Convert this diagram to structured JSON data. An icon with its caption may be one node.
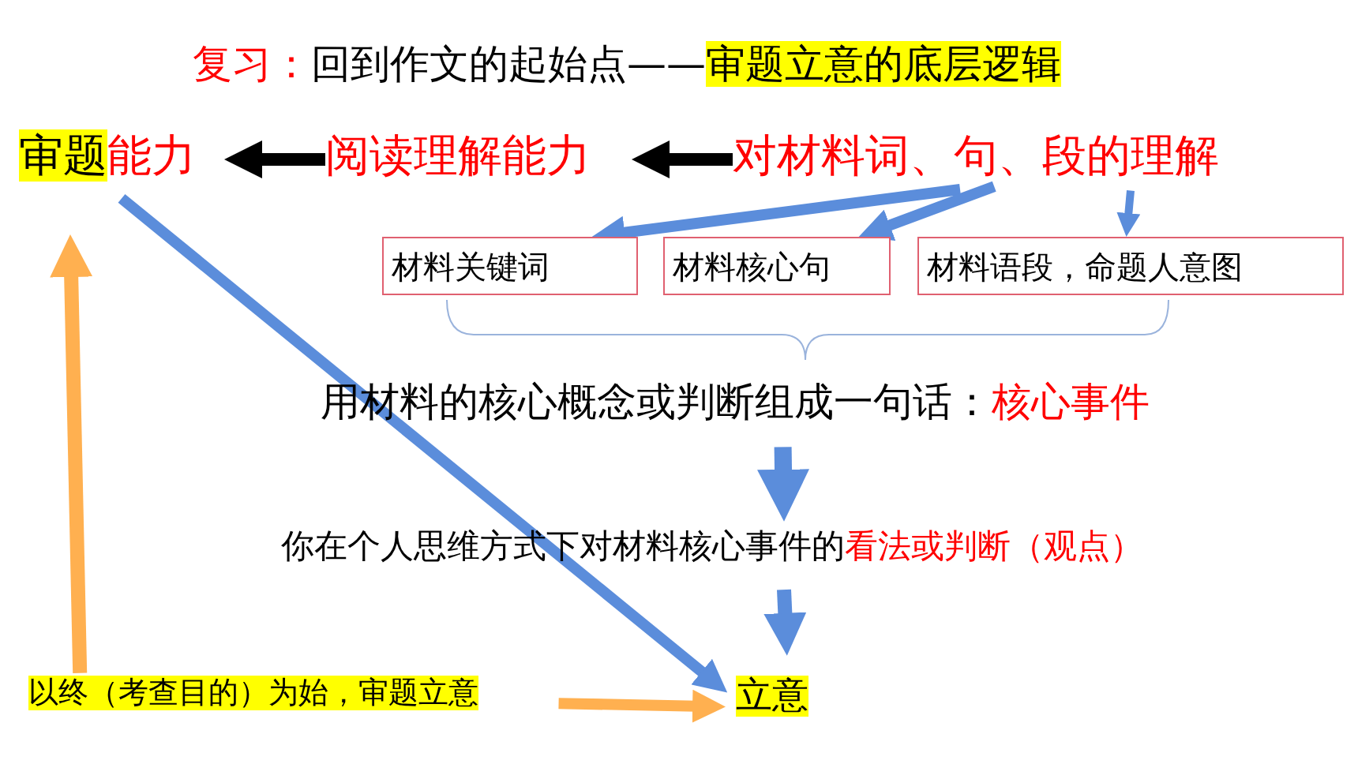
{
  "diagram": {
    "nodes": [
      {
        "text": [
          "审题",
          "能力"
        ]
      },
      {
        "text": [
          "阅读理解能力"
        ]
      },
      {
        "text": [
          "对材料词、句、段的理解"
        ]
      },
      {
        "text": [
          "材料关键词"
        ]
      },
      {
        "text": [
          "材料核心句"
        ]
      },
      {
        "text": [
          "材料语段，命题人意图"
        ]
      },
      {
        "text": [
          "用材料的核心概念或判断组成一句话：",
          "核心事件"
        ]
      },
      {
        "text": [
          "你在个人思维方式下对材料核心事件的",
          "看法或判断（观点）"
        ]
      },
      {
        "text": [
          "以终（考查目的）为始，审题立意"
        ]
      },
      {
        "text": [
          "立意"
        ]
      }
    ],
    "edges": [
      {
        "from": 1,
        "to": 0,
        "arrow": "to",
        "color": "#000000"
      },
      {
        "from": 2,
        "to": 1,
        "arrow": "to",
        "color": "#000000"
      },
      {
        "from": 2,
        "to": 3,
        "arrow": "to"
      },
      {
        "from": 2,
        "to": 4,
        "arrow": "to"
      },
      {
        "from": 2,
        "to": 5,
        "arrow": "to"
      },
      {
        "from": 6,
        "to": 7,
        "arrow": "to"
      },
      {
        "from": 7,
        "to": 9,
        "arrow": "to"
      },
      {
        "from": 0,
        "to": 9,
        "arrow": "to"
      },
      {
        "from": 8,
        "to": 9,
        "arrow": "to",
        "color": "#ffb050"
      },
      {
        "from": 8,
        "to": 0,
        "arrow": "to",
        "color": "#ffb050"
      }
    ],
    "labels": [
      "复习：",
      "回到作文的起始点——",
      "审题立意的底层逻辑"
    ]
  }
}
